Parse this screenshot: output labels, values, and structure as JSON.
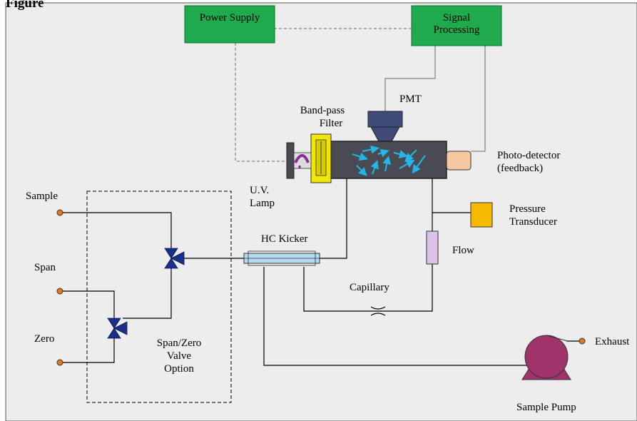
{
  "caption": "Figure",
  "components": {
    "power_supply": "Power Supply",
    "signal_processing_1": "Signal",
    "signal_processing_2": "Processing",
    "pmt": "PMT",
    "band_pass_1": "Band-pass",
    "band_pass_2": "Filter",
    "photo_detector_1": "Photo-detector",
    "photo_detector_2": "(feedback)",
    "uv_lamp_1": "U.V.",
    "uv_lamp_2": "Lamp",
    "pressure_transducer_1": "Pressure",
    "pressure_transducer_2": "Transducer",
    "hc_kicker": "HC Kicker",
    "flow": "Flow",
    "capillary": "Capillary",
    "sample": "Sample",
    "span": "Span",
    "zero": "Zero",
    "valve_option_1": "Span/Zero",
    "valve_option_2": "Valve",
    "valve_option_3": "Option",
    "exhaust": "Exhaust",
    "sample_pump": "Sample Pump"
  },
  "colors": {
    "panel": "#ededed",
    "box_green": "#1faa4e",
    "chamber": "#4a4a52",
    "arrows": "#23b6e8",
    "filter_yellow": "#f2e600",
    "transducer": "#f7b900",
    "pump": "#a0336a",
    "valve_blue": "#1a2f8a",
    "kicker": "#b5dcf0",
    "flow_meter": "#d9c3e8",
    "photo_detector": "#f5c8a0",
    "pmt": "#3f4a78"
  }
}
